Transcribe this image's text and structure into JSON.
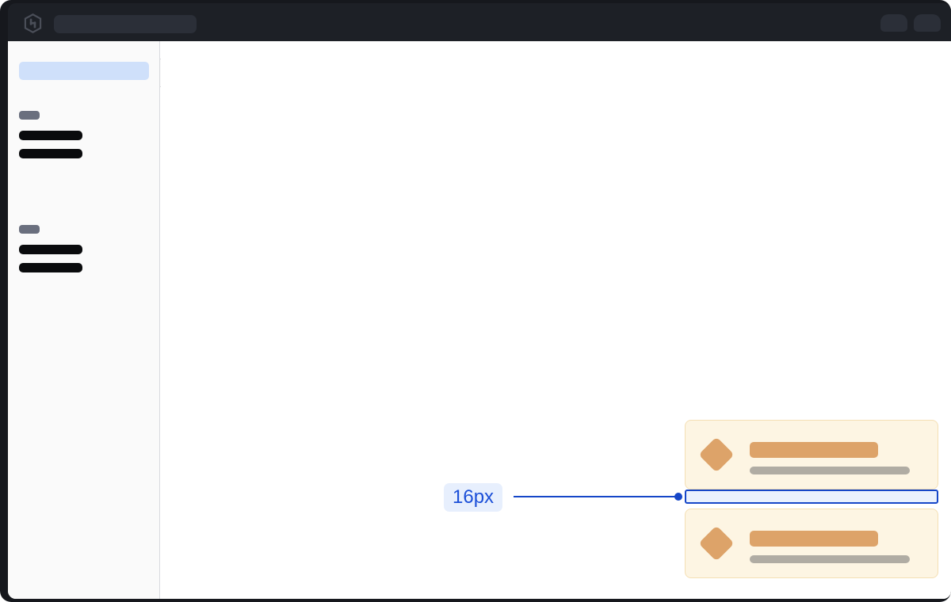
{
  "window": {
    "frame_color": "#16181d",
    "canvas_color": "#ffffff"
  },
  "header": {
    "logo_icon": "hashicorp-hexagon-logo",
    "logo_color": "#4a4e58",
    "background": "#1d2026",
    "search_placeholder_skeleton": "search-field-skeleton",
    "actions": [
      {
        "name": "avatar-skeleton-a"
      },
      {
        "name": "avatar-skeleton-b"
      }
    ]
  },
  "sidebar": {
    "background": "#fafafa",
    "border_color": "#d9dade",
    "collapse_handle": "sidebar-collapse-notch",
    "active_item_color": "#cfe0fa",
    "groups": [
      {
        "label_skeleton": "nav-group-label",
        "items": [
          {
            "name": "nav-item-skeleton-1"
          },
          {
            "name": "nav-item-skeleton-2"
          }
        ]
      },
      {
        "label_skeleton": "nav-group-label",
        "items": [
          {
            "name": "nav-item-skeleton-3"
          },
          {
            "name": "nav-item-skeleton-4"
          }
        ]
      }
    ]
  },
  "main": {
    "background": "#ffffff",
    "cards": [
      {
        "name": "inspected-card-top",
        "icon": "diamond-icon",
        "fill": "#fdf5e3",
        "border": "#f4dfb4",
        "accent": "#dda369",
        "muted": "#b0aca3"
      },
      {
        "name": "inspected-card-bottom",
        "icon": "diamond-icon",
        "fill": "#fdf5e3",
        "border": "#f4dfb4",
        "accent": "#dda369",
        "muted": "#b0aca3"
      }
    ]
  },
  "measurement": {
    "value_label": "16px",
    "accent_color": "#1546c8",
    "chip_background": "#e7effd",
    "chip_text_color": "#1b4fd8",
    "highlight_fill": "#eaf1fd",
    "highlight_border": "#1546c8",
    "target": "vertical-gap-between-cards"
  }
}
